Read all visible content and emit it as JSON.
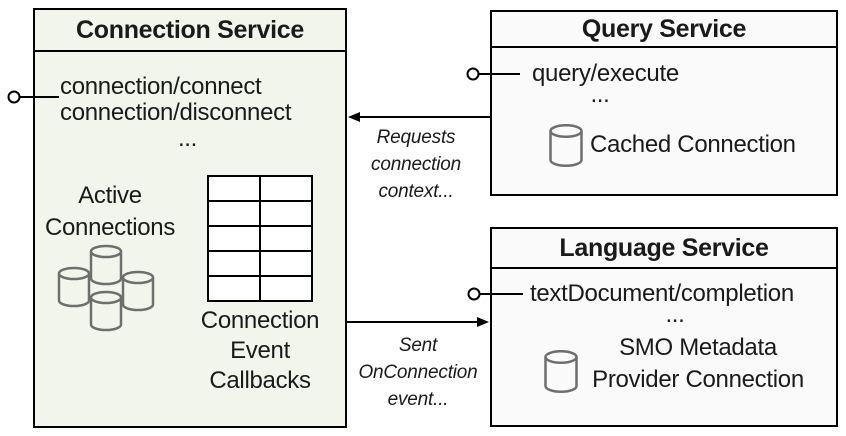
{
  "colors": {
    "background": "#ffffff",
    "connection_box_fill": "#f2f5eb",
    "service_box_fill": "#fafafa",
    "border": "#000000",
    "cylinder_stroke": "#6e6e6e",
    "text": "#1a1a1a"
  },
  "connection_service": {
    "title": "Connection Service",
    "methods": [
      "connection/connect",
      "connection/disconnect"
    ],
    "ellipsis": "...",
    "active_connections_lines": [
      "Active",
      "Connections"
    ],
    "callbacks_label_lines": [
      "Connection",
      "Event",
      "Callbacks"
    ],
    "table": {
      "rows": 5,
      "cols": 2
    }
  },
  "query_service": {
    "title": "Query Service",
    "methods": [
      "query/execute"
    ],
    "ellipsis": "...",
    "cached_connection_label": "Cached Connection"
  },
  "language_service": {
    "title": "Language Service",
    "methods": [
      "textDocument/completion"
    ],
    "ellipsis": "...",
    "smo_label_lines": [
      "SMO Metadata",
      "Provider Connection"
    ]
  },
  "arrows": {
    "requests": {
      "direction": "left",
      "label_lines": [
        "Requests",
        "connection",
        "context..."
      ]
    },
    "sent": {
      "direction": "right",
      "label_lines": [
        "Sent",
        "OnConnection",
        "event..."
      ]
    }
  }
}
